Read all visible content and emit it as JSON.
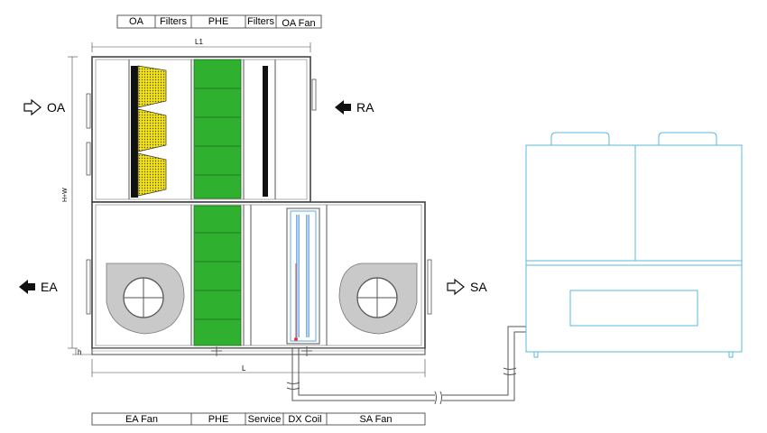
{
  "top_labels": [
    "OA",
    "Filters",
    "PHE",
    "Filters",
    "OA Fan"
  ],
  "bottom_labels": [
    "EA Fan",
    "PHE",
    "Service",
    "DX Coil",
    "SA Fan"
  ],
  "flows": {
    "oa": "OA",
    "ra": "RA",
    "ea": "EA",
    "sa": "SA"
  },
  "dimensions": {
    "top_length": "L1",
    "bottom_length": "L",
    "height": "H+W",
    "base": "h"
  },
  "colors": {
    "frame": "#555555",
    "phe_green": "#2fb02f",
    "filter_yellow": "#e8d21a",
    "fan_gray": "#c9c9c9",
    "dx_coil_blue": "#7ab3ea",
    "condenser_outline": "#5ab8dd",
    "flow_arrow": "#111111"
  },
  "icons": {
    "outdoor_air_arrow": "hollow-arrow-right-icon",
    "return_air_arrow": "solid-arrow-left-icon",
    "exhaust_air_arrow": "solid-arrow-left-icon",
    "supply_air_arrow": "hollow-arrow-right-icon"
  }
}
